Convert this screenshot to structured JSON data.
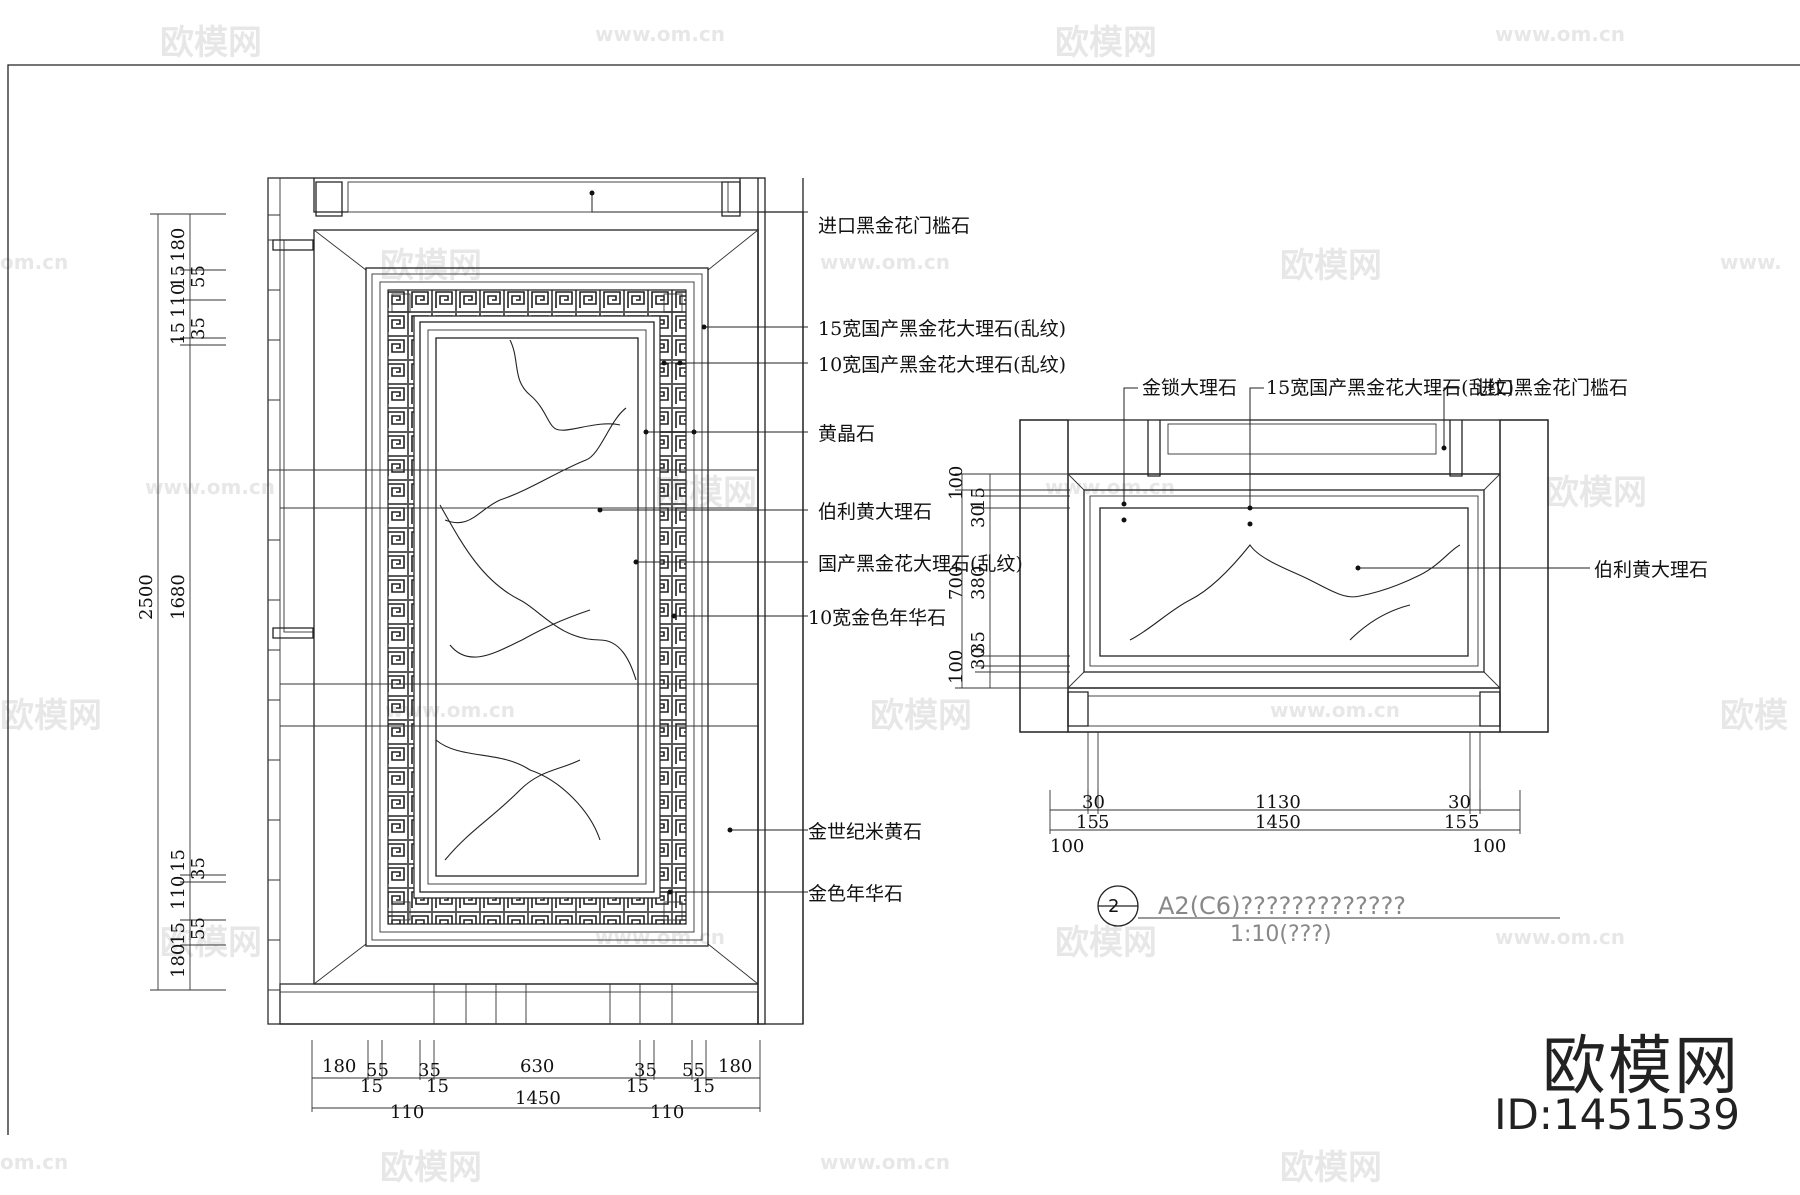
{
  "watermarks": {
    "logo": "欧模网",
    "url": "www.om.cn",
    "url_short": "om.cn"
  },
  "brand": {
    "name": "欧模网",
    "id_text": "ID:1451539"
  },
  "title_block": {
    "number": "2",
    "title": "A2(C6)?????????????",
    "scale": "1:10(???)"
  },
  "elevation": {
    "labels": {
      "threshold": "进口黑金花门槛石",
      "border15": "15宽国产黑金花大理石(乱纹)",
      "border10": "10宽国产黑金花大理石(乱纹)",
      "crystal": "黄晶石",
      "beige": "伯利黄大理石",
      "black_gold": "国产黑金花大理石(乱纹)",
      "gold_strip": "10宽金色年华石",
      "century": "金世纪米黄石",
      "gold_stone": "金色年华石"
    },
    "dims_left": {
      "total": "2500",
      "d1680": "1680",
      "t180": "180",
      "t15": "15",
      "t55": "55",
      "t110": "110",
      "t15b": "15",
      "t35": "35",
      "b15": "15",
      "b35": "35",
      "b110": "110",
      "b55": "55",
      "b15b": "15",
      "b180": "180"
    },
    "dims_bottom": {
      "r1": [
        "180",
        "55",
        "35",
        "630",
        "35",
        "55",
        "180"
      ],
      "r2": [
        "15",
        "15",
        "15",
        "15"
      ],
      "r3": [
        "1450"
      ],
      "r4": [
        "110",
        "110"
      ]
    }
  },
  "section": {
    "labels": {
      "gold_lock": "金锁大理石",
      "border15": "15宽国产黑金花大理石(乱纹)",
      "threshold": "进口黑金花门槛石",
      "beige": "伯利黄大理石"
    },
    "dims_left": {
      "d100": "100",
      "d15": "15",
      "d30": "30",
      "d700": "700",
      "d380": "380",
      "d35": "35",
      "d30b": "30",
      "d100b": "100"
    },
    "dims_bottom": {
      "d30l": "30",
      "d1130": "1130",
      "d30r": "30",
      "d15l": "15",
      "d5l": "5",
      "d1450": "1450",
      "d15r": "15",
      "d5r": "5",
      "d100l": "100",
      "d100r": "100"
    }
  }
}
